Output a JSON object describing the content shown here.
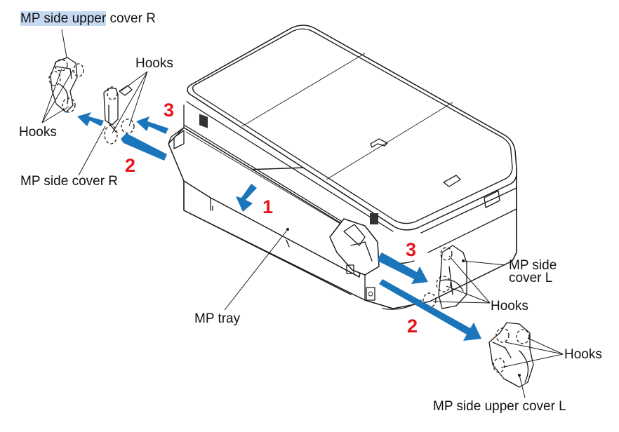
{
  "figure": {
    "labels": {
      "upper_cover_r_highlighted": "MP side upper",
      "upper_cover_r_rest": " cover R",
      "hooks_top": "Hooks",
      "hooks_left": "Hooks",
      "side_cover_r": "MP side cover R",
      "mp_tray": "MP tray",
      "side_cover_l_line1": "MP side",
      "side_cover_l_line2": "cover L",
      "hooks_mid_right": "Hooks",
      "hooks_bottom_right": "Hooks",
      "upper_cover_l": "MP side upper cover L"
    },
    "steps": {
      "step1": "1",
      "step2_left": "2",
      "step3_left": "3",
      "step3_right": "3",
      "step2_right": "2"
    },
    "colors": {
      "arrow": "#1b75bb",
      "step_number": "#e8141b",
      "text_highlight": "#c5d9f1"
    }
  }
}
